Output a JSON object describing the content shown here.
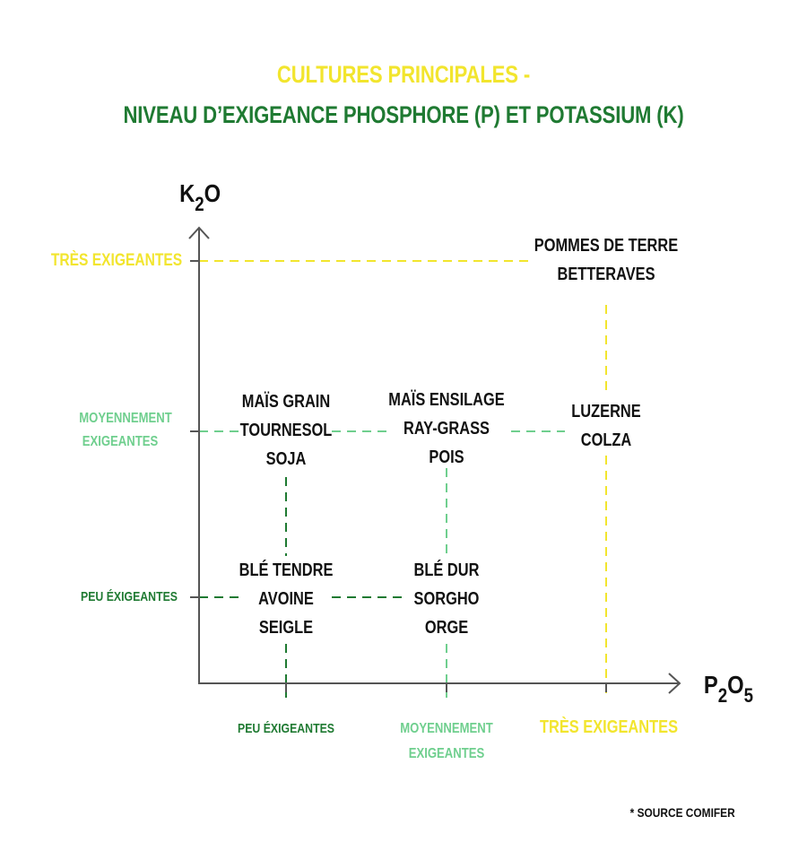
{
  "title": {
    "line1": "CULTURES PRINCIPALES -",
    "line2": "NIVEAU D’EXIGEANCE PHOSPHORE (P) ET POTASSIUM (K)"
  },
  "axes": {
    "y": {
      "main": "K",
      "sub": "2",
      "end": "O"
    },
    "x": {
      "main": "P",
      "sub1": "2",
      "mid": "O",
      "sub2": "5"
    }
  },
  "levels": {
    "low": {
      "line1": "PEU ÉXIGEANTES",
      "line2": ""
    },
    "medium": {
      "line1": "MOYENNEMENT",
      "line2": "EXIGEANTES"
    },
    "high": {
      "line1": "TRÈS EXIGEANTES",
      "line2": ""
    }
  },
  "y_levels": {
    "high": "TRÈS EXIGEANTES",
    "medium_line1": "MOYENNEMENT",
    "medium_line2": "EXIGEANTES",
    "low": "PEU ÉXIGEANTES"
  },
  "colors": {
    "low": "#1f7a32",
    "medium": "#6fcf8e",
    "high": "#f2e52e",
    "axis": "#555555",
    "text": "#111111"
  },
  "groups": [
    {
      "p": "high",
      "k": "high",
      "crops": [
        "POMMES DE TERRE",
        "BETTERAVES"
      ]
    },
    {
      "p": "low",
      "k": "medium",
      "crops": [
        "MAÏS GRAIN",
        "TOURNESOL",
        "SOJA"
      ]
    },
    {
      "p": "medium",
      "k": "medium",
      "crops": [
        "MAÏS ENSILAGE",
        "RAY-GRASS",
        "POIS"
      ]
    },
    {
      "p": "high",
      "k": "medium",
      "crops": [
        "LUZERNE",
        "COLZA"
      ]
    },
    {
      "p": "low",
      "k": "low",
      "crops": [
        "BLÉ TENDRE",
        "AVOINE",
        "SEIGLE"
      ]
    },
    {
      "p": "medium",
      "k": "low",
      "crops": [
        "BLÉ DUR",
        "SORGHO",
        "ORGE"
      ]
    }
  ],
  "source": "* SOURCE COMIFER"
}
